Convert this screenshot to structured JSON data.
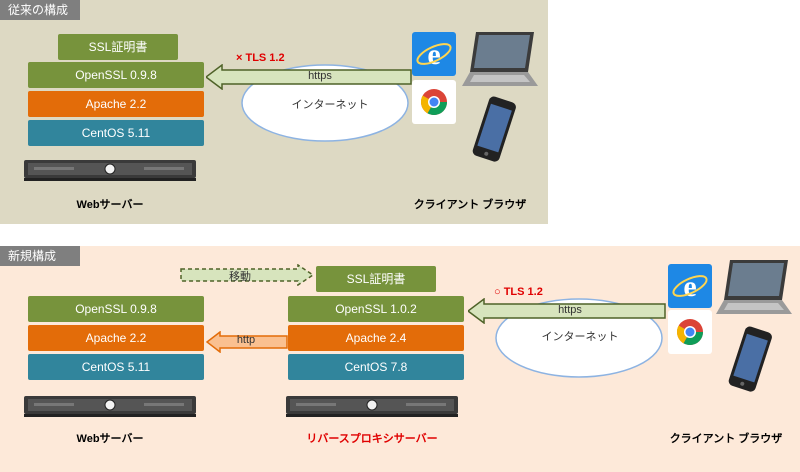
{
  "top": {
    "title": "従来の構成",
    "stack": [
      "SSL証明書",
      "OpenSSL 0.9.8",
      "Apache 2.2",
      "CentOS 5.11"
    ],
    "server_label": "Webサーバー",
    "tls_label": "× TLS 1.2",
    "protocol": "https",
    "cloud_label": "インターネット",
    "client_label": "クライアント ブラウザ"
  },
  "bottom": {
    "title": "新規構成",
    "web_stack": [
      "OpenSSL 0.9.8",
      "Apache 2.2",
      "CentOS 5.11"
    ],
    "web_label": "Webサーバー",
    "move_label": "移動",
    "http_label": "http",
    "proxy_stack": [
      "SSL証明書",
      "OpenSSL 1.0.2",
      "Apache 2.4",
      "CentOS 7.8"
    ],
    "proxy_label": "リバースプロキシサーバー",
    "tls_label": "○ TLS 1.2",
    "protocol": "https",
    "cloud_label": "インターネット",
    "client_label": "クライアント ブラウザ"
  },
  "colors": {
    "openssl": "#77933c",
    "apache": "#e36c09",
    "centos": "#31859c",
    "https_arrow": "#d7e4bd",
    "http_arrow": "#fac090"
  }
}
